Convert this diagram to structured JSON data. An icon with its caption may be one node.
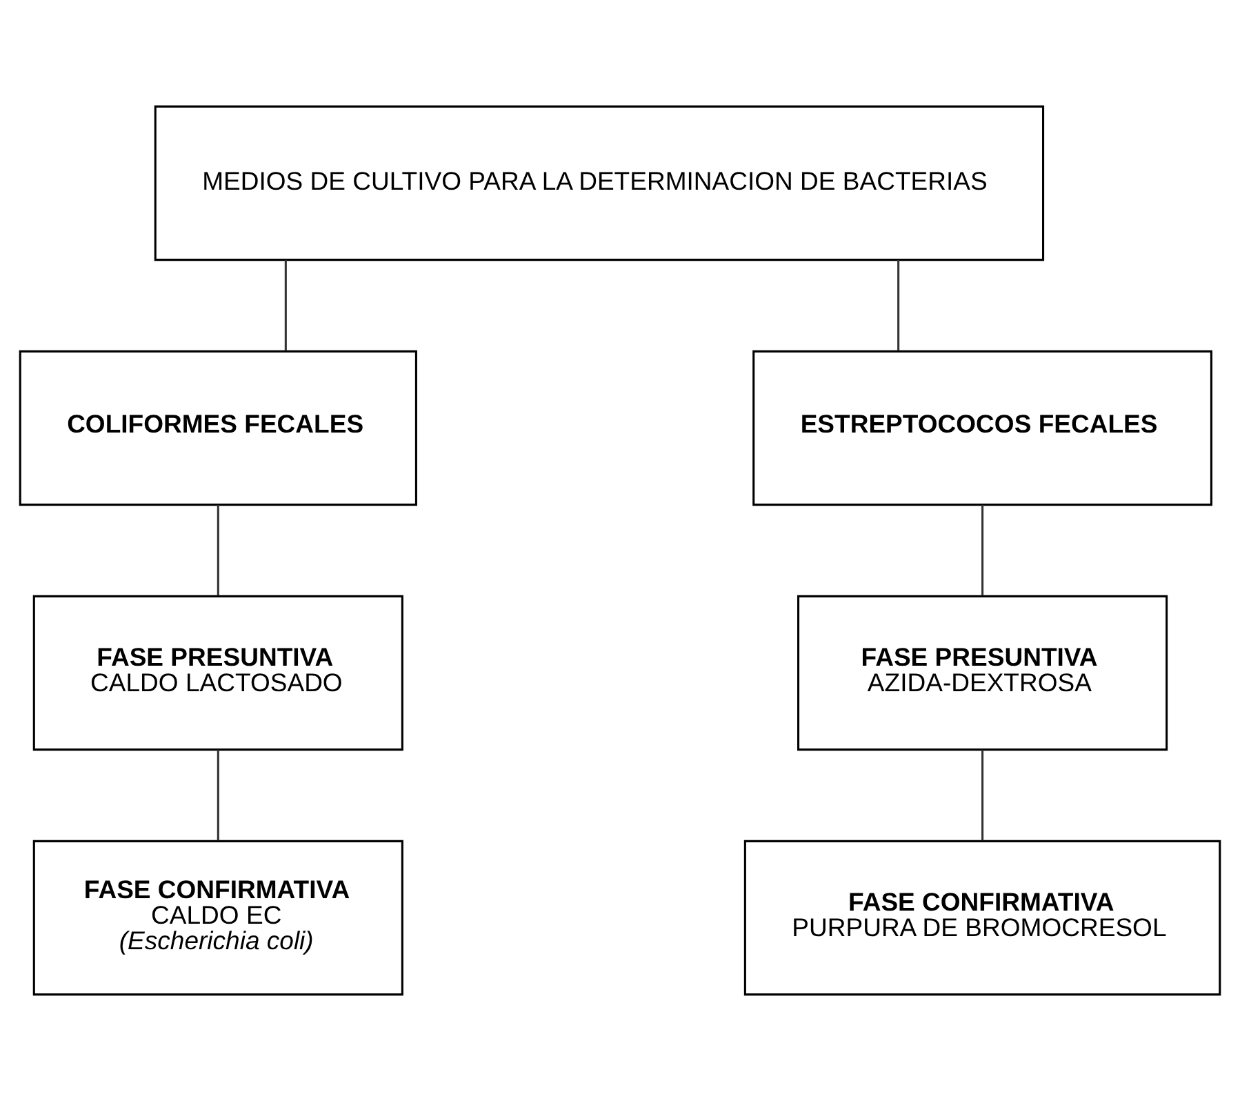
{
  "diagram": {
    "nodes": [
      {
        "text": [
          "MEDIOS DE CULTIVO PARA LA DETERMINACION DE BACTERIAS"
        ]
      },
      {
        "text": [
          "COLIFORMES FECALES"
        ]
      },
      {
        "text": [
          "ESTREPTOCOCOS FECALES"
        ]
      },
      {
        "text": [
          "FASE PRESUNTIVA",
          "CALDO LACTOSADO"
        ]
      },
      {
        "text": [
          "FASE PRESUNTIVA",
          "AZIDA-DEXTROSA"
        ]
      },
      {
        "text": [
          "FASE CONFIRMATIVA",
          "CALDO EC",
          "(Escherichia coli)"
        ]
      },
      {
        "text": [
          "FASE CONFIRMATIVA",
          "PURPURA DE BROMOCRESOL"
        ]
      }
    ],
    "edges": [
      {
        "from": 0,
        "to": 1,
        "arrow": "none"
      },
      {
        "from": 0,
        "to": 2,
        "arrow": "none"
      },
      {
        "from": 1,
        "to": 3,
        "arrow": "none"
      },
      {
        "from": 2,
        "to": 4,
        "arrow": "none"
      },
      {
        "from": 3,
        "to": 5,
        "arrow": "none"
      },
      {
        "from": 4,
        "to": 6,
        "arrow": "none"
      }
    ]
  }
}
